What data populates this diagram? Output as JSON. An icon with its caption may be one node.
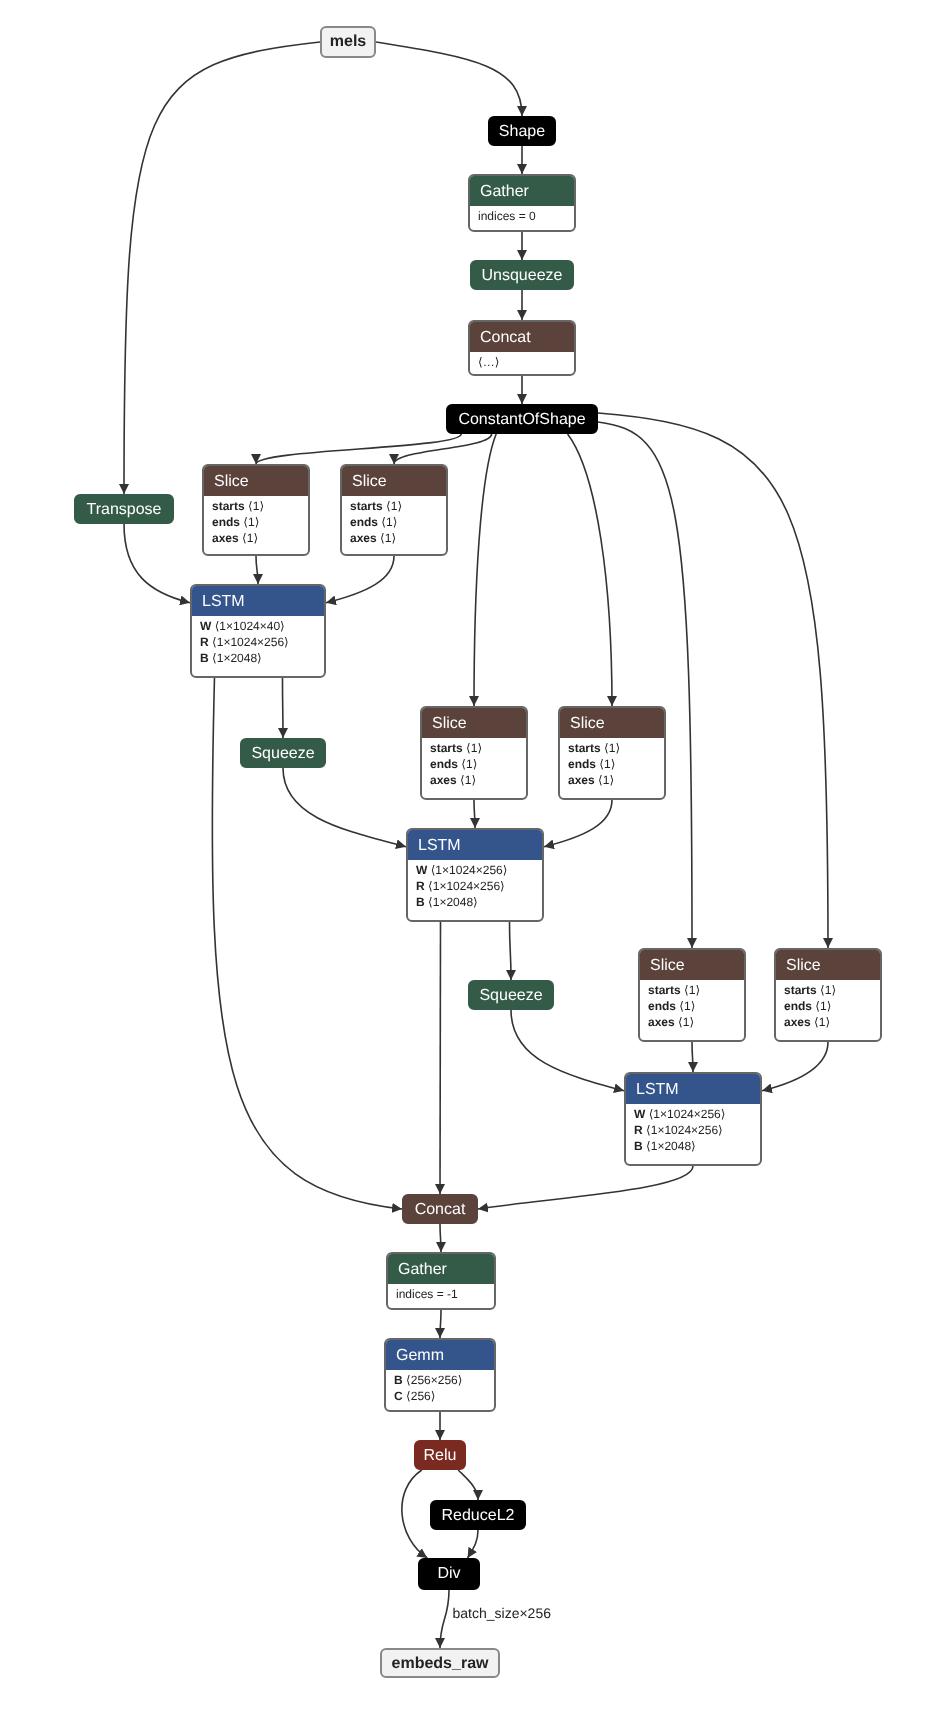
{
  "diagram": {
    "nodes": [
      {
        "text": [
          "mels"
        ]
      },
      {
        "text": [
          "Shape"
        ]
      },
      {
        "text": [
          "Gather",
          "indices = 0"
        ]
      },
      {
        "text": [
          "Unsqueeze"
        ]
      },
      {
        "text": [
          "Concat",
          "⟨…⟩"
        ]
      },
      {
        "text": [
          "ConstantOfShape"
        ]
      },
      {
        "text": [
          "Transpose"
        ]
      },
      {
        "text": [
          "Slice",
          "**starts** ⟨1⟩",
          "**ends** ⟨1⟩",
          "**axes** ⟨1⟩"
        ]
      },
      {
        "text": [
          "Slice",
          "**starts** ⟨1⟩",
          "**ends** ⟨1⟩",
          "**axes** ⟨1⟩"
        ]
      },
      {
        "text": [
          "LSTM",
          "**W** ⟨1×1024×40⟩",
          "**R** ⟨1×1024×256⟩",
          "**B** ⟨1×2048⟩"
        ]
      },
      {
        "text": [
          "Squeeze"
        ]
      },
      {
        "text": [
          "Slice",
          "**starts** ⟨1⟩",
          "**ends** ⟨1⟩",
          "**axes** ⟨1⟩"
        ]
      },
      {
        "text": [
          "Slice",
          "**starts** ⟨1⟩",
          "**ends** ⟨1⟩",
          "**axes** ⟨1⟩"
        ]
      },
      {
        "text": [
          "LSTM",
          "**W** ⟨1×1024×256⟩",
          "**R** ⟨1×1024×256⟩",
          "**B** ⟨1×2048⟩"
        ]
      },
      {
        "text": [
          "Squeeze"
        ]
      },
      {
        "text": [
          "Slice",
          "**starts** ⟨1⟩",
          "**ends** ⟨1⟩",
          "**axes** ⟨1⟩"
        ]
      },
      {
        "text": [
          "Slice",
          "**starts** ⟨1⟩",
          "**ends** ⟨1⟩",
          "**axes** ⟨1⟩"
        ]
      },
      {
        "text": [
          "LSTM",
          "**W** ⟨1×1024×256⟩",
          "**R** ⟨1×1024×256⟩",
          "**B** ⟨1×2048⟩"
        ]
      },
      {
        "text": [
          "Concat"
        ]
      },
      {
        "text": [
          "Gather",
          "indices = -1"
        ]
      },
      {
        "text": [
          "Gemm",
          "**B** ⟨256×256⟩",
          "**C** ⟨256⟩"
        ]
      },
      {
        "text": [
          "Relu"
        ]
      },
      {
        "text": [
          "ReduceL2"
        ]
      },
      {
        "text": [
          "Div"
        ]
      },
      {
        "text": [
          "embeds_raw"
        ]
      }
    ],
    "edges": [
      {
        "from": 0,
        "to": 1,
        "arrow": "to"
      },
      {
        "from": 0,
        "to": 6,
        "arrow": "to"
      },
      {
        "from": 1,
        "to": 2,
        "arrow": "to"
      },
      {
        "from": 2,
        "to": 3,
        "arrow": "to"
      },
      {
        "from": 3,
        "to": 4,
        "arrow": "to"
      },
      {
        "from": 4,
        "to": 5,
        "arrow": "to"
      },
      {
        "from": 5,
        "to": 7,
        "arrow": "to"
      },
      {
        "from": 5,
        "to": 8,
        "arrow": "to"
      },
      {
        "from": 5,
        "to": 11,
        "arrow": "to"
      },
      {
        "from": 5,
        "to": 12,
        "arrow": "to"
      },
      {
        "from": 5,
        "to": 15,
        "arrow": "to"
      },
      {
        "from": 5,
        "to": 16,
        "arrow": "to"
      },
      {
        "from": 6,
        "to": 9,
        "arrow": "to"
      },
      {
        "from": 7,
        "to": 9,
        "arrow": "to"
      },
      {
        "from": 8,
        "to": 9,
        "arrow": "to"
      },
      {
        "from": 9,
        "to": 10,
        "arrow": "to"
      },
      {
        "from": 9,
        "to": 18,
        "arrow": "to"
      },
      {
        "from": 10,
        "to": 13,
        "arrow": "to"
      },
      {
        "from": 11,
        "to": 13,
        "arrow": "to"
      },
      {
        "from": 12,
        "to": 13,
        "arrow": "to"
      },
      {
        "from": 13,
        "to": 14,
        "arrow": "to"
      },
      {
        "from": 13,
        "to": 18,
        "arrow": "to"
      },
      {
        "from": 14,
        "to": 17,
        "arrow": "to"
      },
      {
        "from": 15,
        "to": 17,
        "arrow": "to"
      },
      {
        "from": 16,
        "to": 17,
        "arrow": "to"
      },
      {
        "from": 17,
        "to": 18,
        "arrow": "to"
      },
      {
        "from": 18,
        "to": 19,
        "arrow": "to"
      },
      {
        "from": 19,
        "to": 20,
        "arrow": "to"
      },
      {
        "from": 20,
        "to": 21,
        "arrow": "to"
      },
      {
        "from": 21,
        "to": 22,
        "arrow": "to"
      },
      {
        "from": 21,
        "to": 23,
        "arrow": "to"
      },
      {
        "from": 22,
        "to": 23,
        "arrow": "to"
      },
      {
        "from": 23,
        "to": 24,
        "label": "batch_size×256",
        "arrow": "to"
      }
    ]
  }
}
